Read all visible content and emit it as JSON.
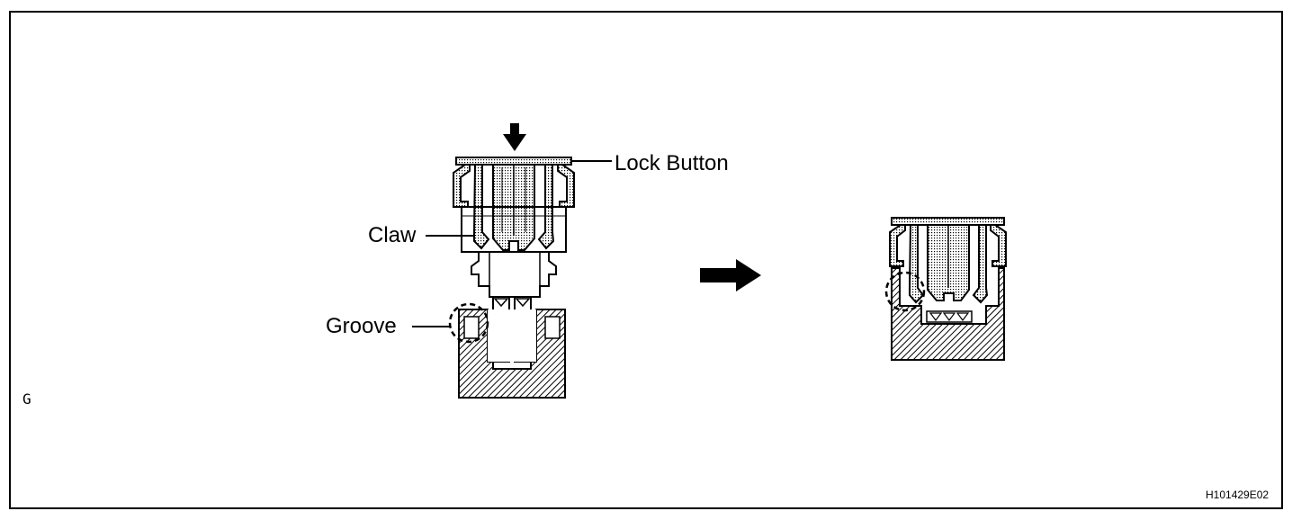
{
  "labels": {
    "lock_button": "Lock Button",
    "claw": "Claw",
    "groove": "Groove"
  },
  "corner_mark": "G",
  "figure_id": "H101429E02"
}
